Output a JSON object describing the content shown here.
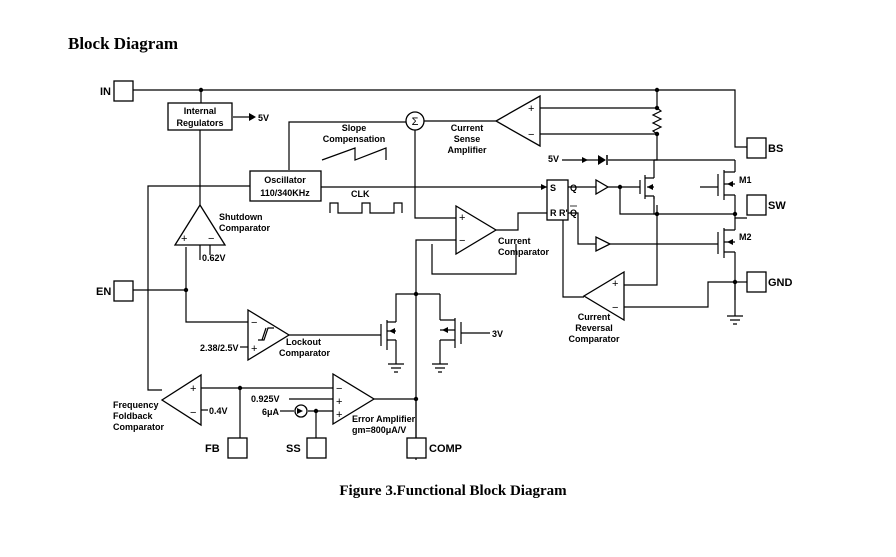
{
  "title": "Block Diagram",
  "caption": "Figure 3.Functional Block Diagram",
  "pins": {
    "in": "IN",
    "en": "EN",
    "fb": "FB",
    "ss": "SS",
    "comp": "COMP",
    "bs": "BS",
    "sw": "SW",
    "gnd": "GND"
  },
  "blocks": {
    "regulators_line1": "Internal",
    "regulators_line2": "Regulators",
    "oscillator_line1": "Oscillator",
    "oscillator_line2": "110/340KHz"
  },
  "labels": {
    "reg_out": "5V",
    "slope_line1": "Slope",
    "slope_line2": "Compensation",
    "sigma": "Σ",
    "csa_line1": "Current",
    "csa_line2": "Sense",
    "csa_line3": "Amplifier",
    "bs_5v": "5V",
    "clk": "CLK",
    "m1": "M1",
    "m2": "M2",
    "shutdown_line1": "Shutdown",
    "shutdown_line2": "Comparator",
    "ref_062": "0.62V",
    "current_comp_line1": "Current",
    "current_comp_line2": "Comparator",
    "reversal_line1": "Current",
    "reversal_line2": "Reversal",
    "reversal_line3": "Comparator",
    "lockout_ref": "2.38/2.5V",
    "lockout_line1": "Lockout",
    "lockout_line2": "Comparator",
    "three_v": "3V",
    "ref_0925": "0.925V",
    "ss_current": "6μA",
    "ref_04": "0.4V",
    "ff_line1": "Frequency",
    "ff_line2": "Foldback",
    "ff_line3": "Comparator",
    "ea_line1": "Error Amplifier",
    "ea_line2": "gm=800μA/V"
  },
  "latch": {
    "s": "S",
    "r": "R",
    "r2": "R'",
    "q": "Q",
    "qbar": "Q"
  }
}
